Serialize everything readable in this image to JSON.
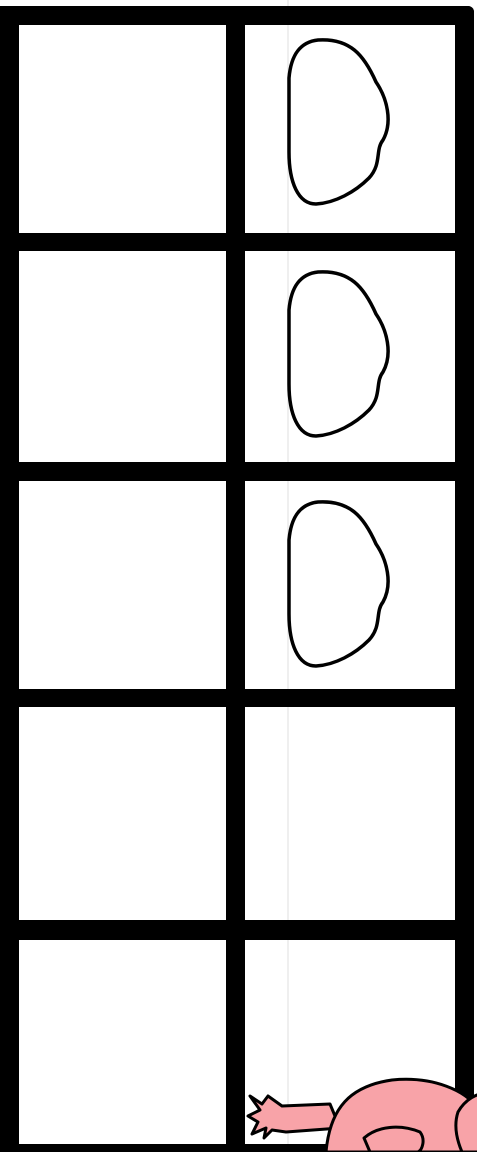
{
  "ten_frame": {
    "rows": 5,
    "columns": 2,
    "filled_cells": [
      {
        "row": 1,
        "column": 2
      },
      {
        "row": 2,
        "column": 2
      },
      {
        "row": 3,
        "column": 2
      }
    ],
    "counter_count": 3,
    "counter_shape": "bean",
    "counter_outline_color": "#000000",
    "frame_color": "#000000"
  },
  "decoration": {
    "type": "pink-character-partial",
    "fill_color": "#f8a3a8",
    "outline_color": "#000000"
  }
}
